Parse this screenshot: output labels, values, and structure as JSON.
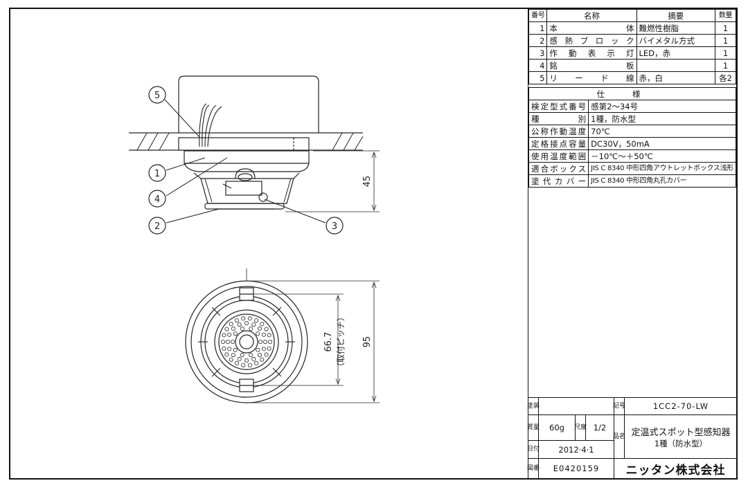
{
  "parts": {
    "header": {
      "no": "番号",
      "name": "名称",
      "note": "摘要",
      "qty": "数量"
    },
    "rows": [
      {
        "no": "1",
        "name": "本体",
        "note": "難燃性樹脂",
        "qty": "1"
      },
      {
        "no": "2",
        "name": "感熱ブロック",
        "note": "バイメタル方式",
        "qty": "1"
      },
      {
        "no": "3",
        "name": "作動表示灯",
        "note": "LED，赤",
        "qty": "1"
      },
      {
        "no": "4",
        "name": "銘板",
        "note": "",
        "qty": "1"
      },
      {
        "no": "5",
        "name": "リード線",
        "note": "赤，白",
        "qty": "各2"
      }
    ]
  },
  "spec": {
    "header": "仕様",
    "rows": [
      {
        "label": "検定型式番号",
        "value": "感第2～34号"
      },
      {
        "label": "種別",
        "value": "1種，防水型"
      },
      {
        "label": "公称作動温度",
        "value": "70℃"
      },
      {
        "label": "定格接点容量",
        "value": "DC30V，50mA"
      },
      {
        "label": "使用温度範囲",
        "value": "－10℃～＋50℃"
      },
      {
        "label": "適合ボックス",
        "value": "JIS C 8340 中形四角アウトレットボックス浅形"
      },
      {
        "label": "塗代カバー",
        "value": "JIS C 8340 中形四角丸孔カバー"
      }
    ]
  },
  "titleblock": {
    "finish_label": "塗装",
    "drawing_no_label": "記号",
    "drawing_no": "1CC2-70-LW",
    "mass_label": "質量",
    "mass": "60g",
    "scale_label": "尺度",
    "scale": "1/2",
    "product_label": "品名",
    "product_name": "定温式スポット型感知器",
    "product_sub": "1種（防水型）",
    "date_label": "日付",
    "date": "2012·4·1",
    "doc_label": "図番",
    "doc_no": "E0420159",
    "company": "ニッタン株式会社"
  },
  "callouts": [
    "1",
    "2",
    "3",
    "4",
    "5"
  ],
  "dimensions": {
    "height": "45",
    "diameter": "95",
    "pitch": "66.7",
    "pitch_note": "（取付ピッチ）"
  }
}
